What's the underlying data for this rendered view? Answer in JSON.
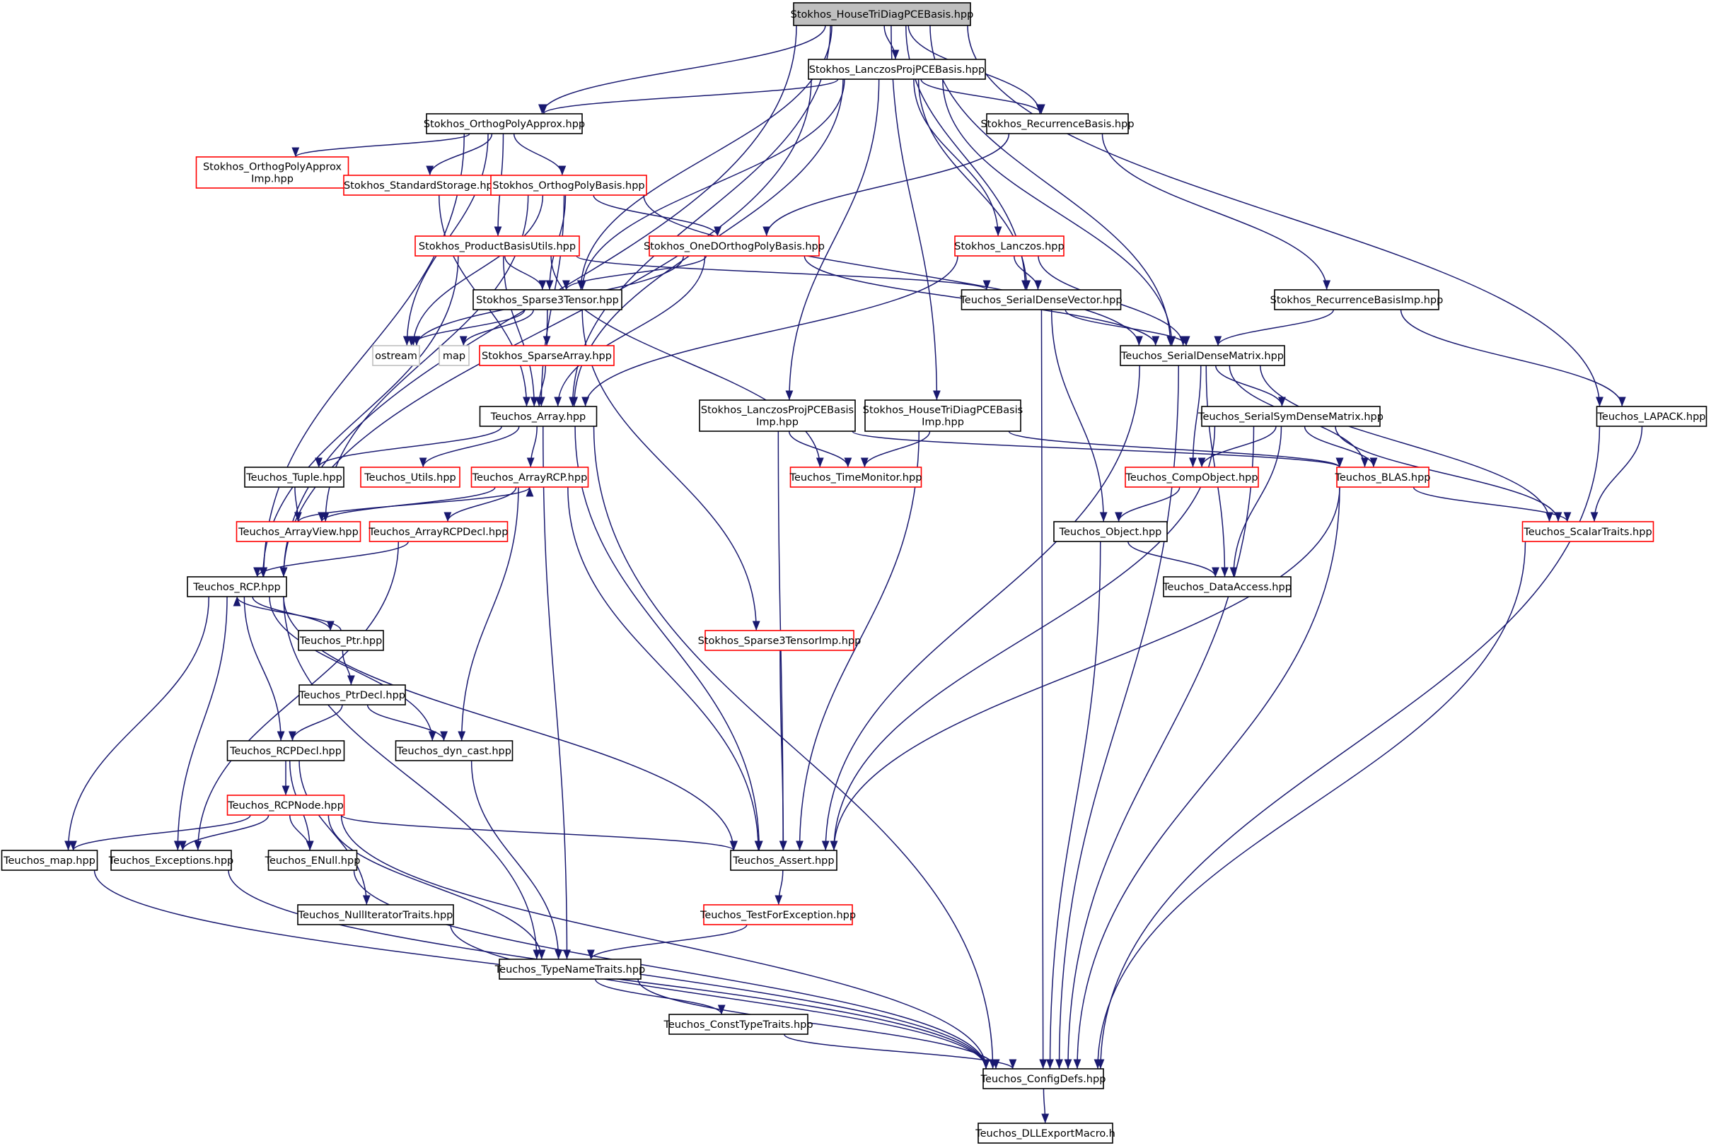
{
  "nodes": [
    {
      "id": "root",
      "lines": [
        "Stokhos_HouseTriDiagPCEBasis.hpp"
      ],
      "style": "root"
    },
    {
      "id": "lanczosproj",
      "lines": [
        "Stokhos_LanczosProjPCEBasis.hpp"
      ],
      "style": "black"
    },
    {
      "id": "orthopolyapprox",
      "lines": [
        "Stokhos_OrthogPolyApprox.hpp"
      ],
      "style": "black"
    },
    {
      "id": "recurrence",
      "lines": [
        "Stokhos_RecurrenceBasis.hpp"
      ],
      "style": "black"
    },
    {
      "id": "orthopolyapproximp",
      "lines": [
        "Stokhos_OrthogPolyApprox",
        "Imp.hpp"
      ],
      "style": "red"
    },
    {
      "id": "standardstorage",
      "lines": [
        "Stokhos_StandardStorage.hpp"
      ],
      "style": "red"
    },
    {
      "id": "orthopolybasis",
      "lines": [
        "Stokhos_OrthogPolyBasis.hpp"
      ],
      "style": "red"
    },
    {
      "id": "productbasisutils",
      "lines": [
        "Stokhos_ProductBasisUtils.hpp"
      ],
      "style": "red"
    },
    {
      "id": "oned",
      "lines": [
        "Stokhos_OneDOrthogPolyBasis.hpp"
      ],
      "style": "red"
    },
    {
      "id": "lanczos",
      "lines": [
        "Stokhos_Lanczos.hpp"
      ],
      "style": "red"
    },
    {
      "id": "sparse3",
      "lines": [
        "Stokhos_Sparse3Tensor.hpp"
      ],
      "style": "black"
    },
    {
      "id": "serialdensevector",
      "lines": [
        "Teuchos_SerialDenseVector.hpp"
      ],
      "style": "black"
    },
    {
      "id": "recurrenceimp",
      "lines": [
        "Stokhos_RecurrenceBasisImp.hpp"
      ],
      "style": "black"
    },
    {
      "id": "ostream",
      "lines": [
        "ostream"
      ],
      "style": "gray"
    },
    {
      "id": "map",
      "lines": [
        "map"
      ],
      "style": "gray"
    },
    {
      "id": "sparsearray",
      "lines": [
        "Stokhos_SparseArray.hpp"
      ],
      "style": "red"
    },
    {
      "id": "serialdensematrix",
      "lines": [
        "Teuchos_SerialDenseMatrix.hpp"
      ],
      "style": "black"
    },
    {
      "id": "array",
      "lines": [
        "Teuchos_Array.hpp"
      ],
      "style": "black"
    },
    {
      "id": "lanczosprojimp",
      "lines": [
        "Stokhos_LanczosProjPCEBasis",
        "Imp.hpp"
      ],
      "style": "black"
    },
    {
      "id": "housetriimp",
      "lines": [
        "Stokhos_HouseTriDiagPCEBasis",
        "Imp.hpp"
      ],
      "style": "black"
    },
    {
      "id": "serialsym",
      "lines": [
        "Teuchos_SerialSymDenseMatrix.hpp"
      ],
      "style": "black"
    },
    {
      "id": "lapack",
      "lines": [
        "Teuchos_LAPACK.hpp"
      ],
      "style": "black"
    },
    {
      "id": "tuple",
      "lines": [
        "Teuchos_Tuple.hpp"
      ],
      "style": "black"
    },
    {
      "id": "utils",
      "lines": [
        "Teuchos_Utils.hpp"
      ],
      "style": "red"
    },
    {
      "id": "arrayrcp",
      "lines": [
        "Teuchos_ArrayRCP.hpp"
      ],
      "style": "red"
    },
    {
      "id": "timemonitor",
      "lines": [
        "Teuchos_TimeMonitor.hpp"
      ],
      "style": "red"
    },
    {
      "id": "compobject",
      "lines": [
        "Teuchos_CompObject.hpp"
      ],
      "style": "red"
    },
    {
      "id": "blas",
      "lines": [
        "Teuchos_BLAS.hpp"
      ],
      "style": "red"
    },
    {
      "id": "arrayview",
      "lines": [
        "Teuchos_ArrayView.hpp"
      ],
      "style": "red"
    },
    {
      "id": "arrayrcpdecl",
      "lines": [
        "Teuchos_ArrayRCPDecl.hpp"
      ],
      "style": "red"
    },
    {
      "id": "object",
      "lines": [
        "Teuchos_Object.hpp"
      ],
      "style": "black"
    },
    {
      "id": "scalartraits",
      "lines": [
        "Teuchos_ScalarTraits.hpp"
      ],
      "style": "red"
    },
    {
      "id": "rcp",
      "lines": [
        "Teuchos_RCP.hpp"
      ],
      "style": "black"
    },
    {
      "id": "dataaccess",
      "lines": [
        "Teuchos_DataAccess.hpp"
      ],
      "style": "black"
    },
    {
      "id": "ptr",
      "lines": [
        "Teuchos_Ptr.hpp"
      ],
      "style": "black"
    },
    {
      "id": "sparse3imp",
      "lines": [
        "Stokhos_Sparse3TensorImp.hpp"
      ],
      "style": "red"
    },
    {
      "id": "ptrdecl",
      "lines": [
        "Teuchos_PtrDecl.hpp"
      ],
      "style": "black"
    },
    {
      "id": "rcpdecl",
      "lines": [
        "Teuchos_RCPDecl.hpp"
      ],
      "style": "black"
    },
    {
      "id": "dyncast",
      "lines": [
        "Teuchos_dyn_cast.hpp"
      ],
      "style": "black"
    },
    {
      "id": "rcpnode",
      "lines": [
        "Teuchos_RCPNode.hpp"
      ],
      "style": "red"
    },
    {
      "id": "teuchosmap",
      "lines": [
        "Teuchos_map.hpp"
      ],
      "style": "black"
    },
    {
      "id": "exceptions",
      "lines": [
        "Teuchos_Exceptions.hpp"
      ],
      "style": "black"
    },
    {
      "id": "enull",
      "lines": [
        "Teuchos_ENull.hpp"
      ],
      "style": "black"
    },
    {
      "id": "assert",
      "lines": [
        "Teuchos_Assert.hpp"
      ],
      "style": "black"
    },
    {
      "id": "testforexception",
      "lines": [
        "Teuchos_TestForException.hpp"
      ],
      "style": "red"
    },
    {
      "id": "nulliterator",
      "lines": [
        "Teuchos_NullIteratorTraits.hpp"
      ],
      "style": "black"
    },
    {
      "id": "typenametraits",
      "lines": [
        "Teuchos_TypeNameTraits.hpp"
      ],
      "style": "black"
    },
    {
      "id": "consttypetraits",
      "lines": [
        "Teuchos_ConstTypeTraits.hpp"
      ],
      "style": "black"
    },
    {
      "id": "configdefs",
      "lines": [
        "Teuchos_ConfigDefs.hpp"
      ],
      "style": "black"
    },
    {
      "id": "dllexport",
      "lines": [
        "Teuchos_DLLExportMacro.h"
      ],
      "style": "black"
    }
  ],
  "edges": [
    [
      "root",
      "lanczosproj"
    ],
    [
      "root",
      "orthopolyapprox"
    ],
    [
      "root",
      "recurrence"
    ],
    [
      "root",
      "sparse3"
    ],
    [
      "root",
      "serialdensevector"
    ],
    [
      "root",
      "serialdensematrix"
    ],
    [
      "root",
      "array"
    ],
    [
      "root",
      "rcp"
    ],
    [
      "root",
      "lapack"
    ],
    [
      "root",
      "housetriimp"
    ],
    [
      "lanczosproj",
      "orthopolyapprox"
    ],
    [
      "lanczosproj",
      "recurrence"
    ],
    [
      "lanczosproj",
      "sparse3"
    ],
    [
      "lanczosproj",
      "serialdensevector"
    ],
    [
      "lanczosproj",
      "serialdensematrix"
    ],
    [
      "lanczosproj",
      "lanczos"
    ],
    [
      "lanczosproj",
      "array"
    ],
    [
      "lanczosproj",
      "rcp"
    ],
    [
      "lanczosproj",
      "lanczosprojimp"
    ],
    [
      "orthopolyapprox",
      "orthopolyapproximp"
    ],
    [
      "orthopolyapprox",
      "standardstorage"
    ],
    [
      "orthopolyapprox",
      "orthopolybasis"
    ],
    [
      "orthopolyapprox",
      "productbasisutils"
    ],
    [
      "orthopolyapprox",
      "ostream"
    ],
    [
      "orthopolyapprox",
      "rcp"
    ],
    [
      "recurrence",
      "oned"
    ],
    [
      "recurrence",
      "recurrenceimp"
    ],
    [
      "standardstorage",
      "array"
    ],
    [
      "orthopolybasis",
      "oned"
    ],
    [
      "orthopolybasis",
      "sparse3"
    ],
    [
      "orthopolybasis",
      "serialdensematrix"
    ],
    [
      "orthopolybasis",
      "array"
    ],
    [
      "orthopolybasis",
      "ostream"
    ],
    [
      "orthopolybasis",
      "arrayview"
    ],
    [
      "productbasisutils",
      "sparse3"
    ],
    [
      "productbasisutils",
      "serialdensevector"
    ],
    [
      "productbasisutils",
      "array"
    ],
    [
      "productbasisutils",
      "rcp"
    ],
    [
      "productbasisutils",
      "timemonitor"
    ],
    [
      "oned",
      "sparse3"
    ],
    [
      "oned",
      "serialdensematrix"
    ],
    [
      "oned",
      "array"
    ],
    [
      "oned",
      "ostream"
    ],
    [
      "lanczos",
      "serialdensevector"
    ],
    [
      "lanczos",
      "serialdensematrix"
    ],
    [
      "lanczos",
      "array"
    ],
    [
      "sparse3",
      "ostream"
    ],
    [
      "sparse3",
      "map"
    ],
    [
      "sparse3",
      "sparsearray"
    ],
    [
      "sparse3",
      "sparse3imp"
    ],
    [
      "serialdensevector",
      "serialdensematrix"
    ],
    [
      "serialdensevector",
      "object"
    ],
    [
      "serialdensevector",
      "configdefs"
    ],
    [
      "recurrenceimp",
      "serialdensematrix"
    ],
    [
      "recurrenceimp",
      "lapack"
    ],
    [
      "sparsearray",
      "array"
    ],
    [
      "serialdensematrix",
      "serialsym"
    ],
    [
      "serialdensematrix",
      "compobject"
    ],
    [
      "serialdensematrix",
      "blas"
    ],
    [
      "serialdensematrix",
      "scalartraits"
    ],
    [
      "serialdensematrix",
      "dataaccess"
    ],
    [
      "serialdensematrix",
      "assert"
    ],
    [
      "serialdensematrix",
      "configdefs"
    ],
    [
      "array",
      "tuple"
    ],
    [
      "array",
      "utils"
    ],
    [
      "array",
      "arrayrcp"
    ],
    [
      "array",
      "assert"
    ],
    [
      "array",
      "typenametraits"
    ],
    [
      "array",
      "configdefs"
    ],
    [
      "lanczosprojimp",
      "timemonitor"
    ],
    [
      "lanczosprojimp",
      "blas"
    ],
    [
      "lanczosprojimp",
      "assert"
    ],
    [
      "housetriimp",
      "timemonitor"
    ],
    [
      "housetriimp",
      "blas"
    ],
    [
      "housetriimp",
      "assert"
    ],
    [
      "serialsym",
      "compobject"
    ],
    [
      "serialsym",
      "blas"
    ],
    [
      "serialsym",
      "scalartraits"
    ],
    [
      "serialsym",
      "dataaccess"
    ],
    [
      "serialsym",
      "assert"
    ],
    [
      "serialsym",
      "configdefs"
    ],
    [
      "lapack",
      "scalartraits"
    ],
    [
      "lapack",
      "configdefs"
    ],
    [
      "tuple",
      "arrayview"
    ],
    [
      "arrayrcp",
      "arrayview"
    ],
    [
      "arrayrcp",
      "arrayrcpdecl"
    ],
    [
      "arrayrcp",
      "dyncast"
    ],
    [
      "arrayrcp",
      "assert"
    ],
    [
      "arrayview",
      "arrayrcp"
    ],
    [
      "compobject",
      "object"
    ],
    [
      "blas",
      "scalartraits"
    ],
    [
      "blas",
      "assert"
    ],
    [
      "blas",
      "configdefs"
    ],
    [
      "arrayrcpdecl",
      "rcp"
    ],
    [
      "arrayrcpdecl",
      "exceptions"
    ],
    [
      "object",
      "dataaccess"
    ],
    [
      "object",
      "configdefs"
    ],
    [
      "scalartraits",
      "configdefs"
    ],
    [
      "rcp",
      "ptr"
    ],
    [
      "rcp",
      "rcpdecl"
    ],
    [
      "rcp",
      "dyncast"
    ],
    [
      "rcp",
      "teuchosmap"
    ],
    [
      "rcp",
      "exceptions"
    ],
    [
      "rcp",
      "assert"
    ],
    [
      "rcp",
      "typenametraits"
    ],
    [
      "ptr",
      "rcp"
    ],
    [
      "ptr",
      "ptrdecl"
    ],
    [
      "sparse3imp",
      "assert"
    ],
    [
      "ptrdecl",
      "rcpdecl"
    ],
    [
      "ptrdecl",
      "dyncast"
    ],
    [
      "rcpdecl",
      "rcpnode"
    ],
    [
      "rcpdecl",
      "enull"
    ],
    [
      "rcpdecl",
      "nulliterator"
    ],
    [
      "dyncast",
      "typenametraits"
    ],
    [
      "rcpnode",
      "teuchosmap"
    ],
    [
      "rcpnode",
      "exceptions"
    ],
    [
      "rcpnode",
      "enull"
    ],
    [
      "rcpnode",
      "assert"
    ],
    [
      "rcpnode",
      "typenametraits"
    ],
    [
      "rcpnode",
      "configdefs"
    ],
    [
      "teuchosmap",
      "configdefs"
    ],
    [
      "exceptions",
      "configdefs"
    ],
    [
      "enull",
      "configdefs"
    ],
    [
      "assert",
      "testforexception"
    ],
    [
      "testforexception",
      "typenametraits"
    ],
    [
      "nulliterator",
      "configdefs"
    ],
    [
      "typenametraits",
      "consttypetraits"
    ],
    [
      "typenametraits",
      "configdefs"
    ],
    [
      "consttypetraits",
      "configdefs"
    ],
    [
      "configdefs",
      "dllexport"
    ]
  ]
}
